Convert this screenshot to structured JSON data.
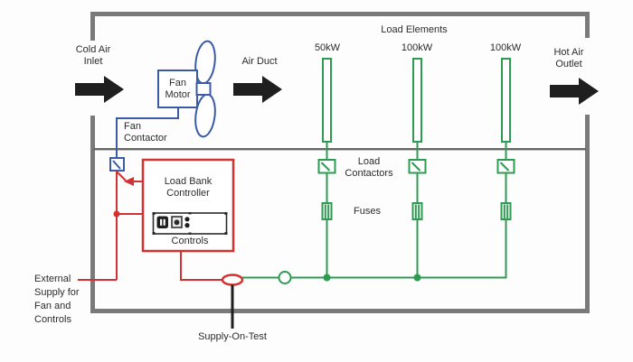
{
  "colors": {
    "wall": "#7a7a7a",
    "divider": "#676767",
    "blue": "#3c5ba6",
    "red": "#d23232",
    "green": "#2e9b52",
    "ink": "#1f1f1f",
    "text": "#2b2b2b",
    "bg": "#fdfdfd"
  },
  "labels": {
    "cold_air_inlet": "Cold Air\nInlet",
    "air_duct": "Air Duct",
    "load_elements": "Load Elements",
    "hot_air_outlet": "Hot Air\nOutlet",
    "fan_motor": "Fan\nMotor",
    "fan_contactor": "Fan\nContactor",
    "load_bank_controller": "Load Bank\nController",
    "controls": "Controls",
    "load_contactors": "Load\nContactors",
    "fuses": "Fuses",
    "external_supply": "External\nSupply for\nFan and\nControls",
    "supply_on_test": "Supply-On-Test",
    "ratings": [
      "50kW",
      "100kW",
      "100kW"
    ]
  }
}
